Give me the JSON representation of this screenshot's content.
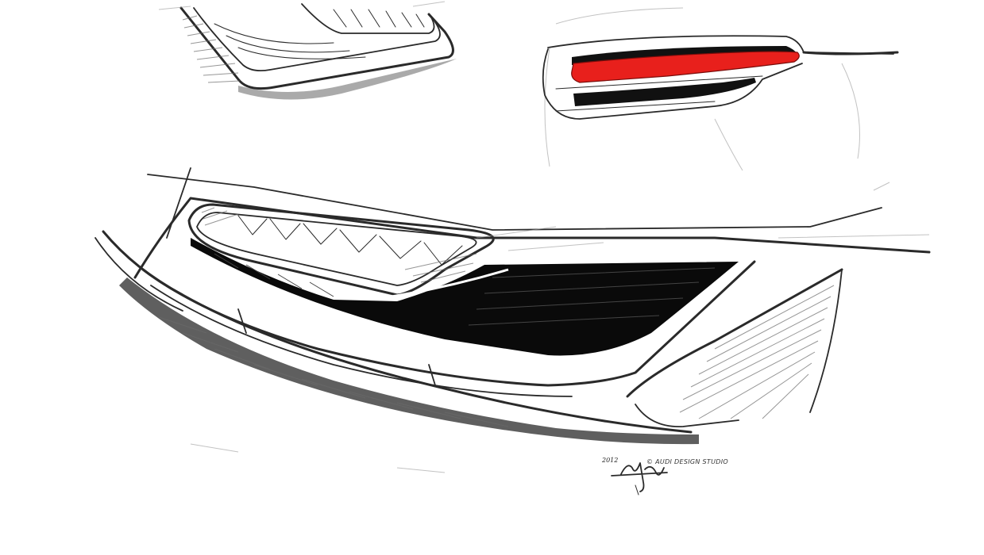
{
  "artwork": {
    "subject": "pencil sketches of car headlight, taillight and front grille/headlamp detail",
    "palette": {
      "paper": "#ffffff",
      "pencil": "#2a2a2a",
      "shadow_fill": "#0a0a0a",
      "taillight_red": "#e8201c"
    }
  },
  "signature": {
    "year": "2012",
    "mark": "handwritten-signature",
    "copyright": "© AUDI DESIGN STUDIO"
  }
}
